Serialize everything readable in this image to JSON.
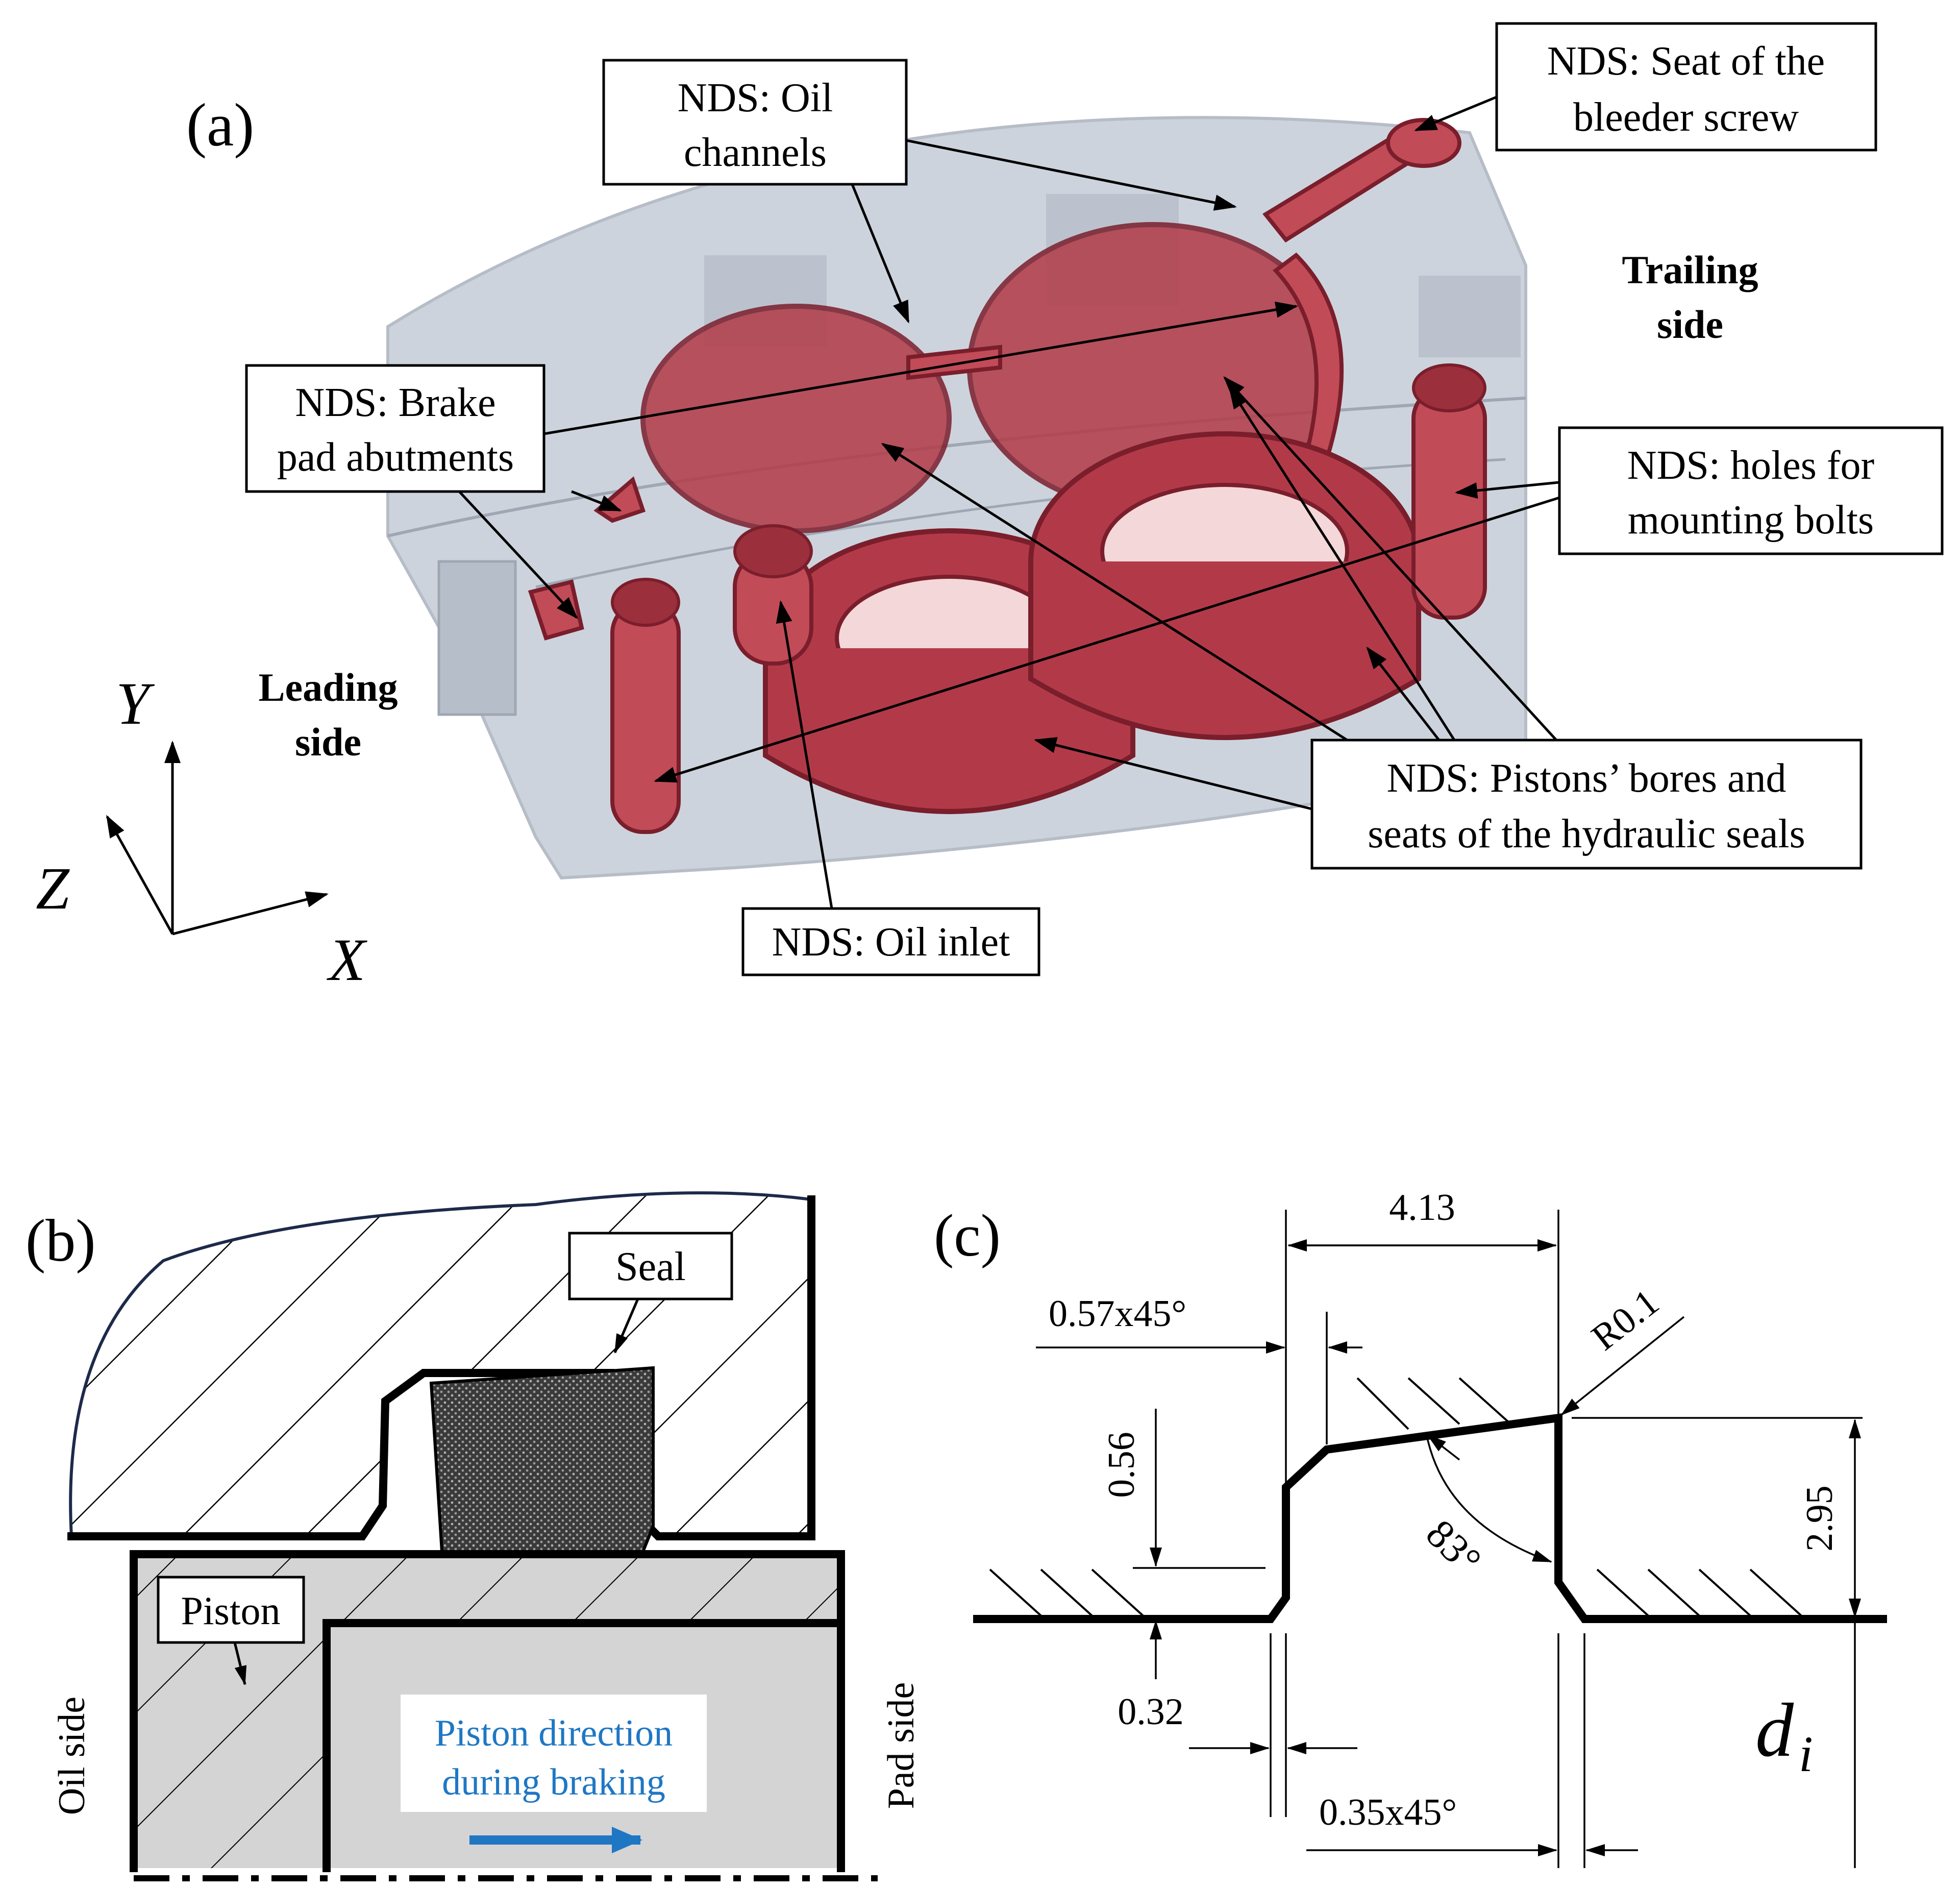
{
  "panel_a": {
    "label": "(a)",
    "callouts": {
      "oil_channels": [
        "NDS: Oil",
        "channels"
      ],
      "bleeder": [
        "NDS: Seat of the",
        "bleeder screw"
      ],
      "trailing": [
        "Trailing",
        "side"
      ],
      "abutments": [
        "NDS: Brake",
        "pad abutments"
      ],
      "bolts": [
        "NDS: holes for",
        "mounting bolts"
      ],
      "leading": [
        "Leading",
        "side"
      ],
      "bores": [
        "NDS: Pistons’ bores and",
        "seats of the hydraulic seals"
      ],
      "inlet": "NDS: Oil inlet"
    },
    "axes": {
      "y": "Y",
      "z": "Z",
      "x": "X"
    },
    "colors": {
      "body": "#c5ccd6",
      "nds": "#b23a48"
    }
  },
  "panel_b": {
    "label": "(b)",
    "seal": "Seal",
    "piston": "Piston",
    "direction": [
      "Piston direction",
      "during braking"
    ],
    "oil_side": "Oil side",
    "pad_side": "Pad side",
    "colors": {
      "fill": "#d4d4d4",
      "arrow": "#1f77c4"
    }
  },
  "panel_c": {
    "label": "(c)",
    "dims": {
      "width": "4.13",
      "chamfer_top": "0.57x45°",
      "radius": "R0.1",
      "height_left": "0.56",
      "angle": "83°",
      "depth": "2.95",
      "offset": "0.32",
      "chamfer_bottom": "0.35x45°",
      "diameter": "d",
      "diameter_sub": "i"
    }
  }
}
